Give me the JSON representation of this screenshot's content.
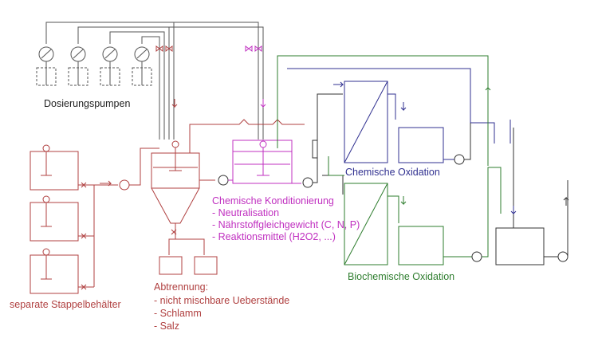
{
  "labels": {
    "dosing_pumps": "Dosierungspumpen",
    "separate_tanks": "separate Stappelbehälter",
    "separation_title": "Abtrennung:",
    "separation_items": [
      "- nicht mischbare Ueberstände",
      "- Schlamm",
      "- Salz"
    ],
    "conditioning_title": "Chemische Konditionierung",
    "conditioning_items": [
      "- Neutralisation",
      "- Nährstoffgleichgewicht (C, N, P)",
      "- Reaktionsmittel (H2O2, ...)"
    ],
    "chemical_oxidation": "Chemische Oxidation",
    "biochemical_oxidation": "Biochemische Oxidation"
  },
  "colors": {
    "dosing": "#555555",
    "separation": "#b04040",
    "conditioning": "#c030c0",
    "chemical": "#303090",
    "biochemical": "#2e7d2e",
    "equipment": "#333333"
  }
}
